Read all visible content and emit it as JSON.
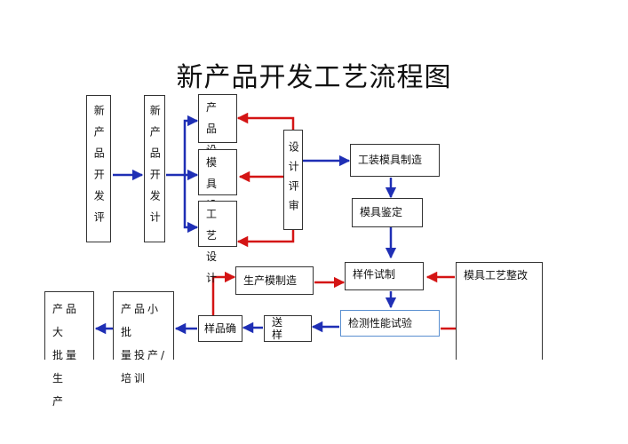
{
  "title": "新产品开发工艺流程图",
  "nodes": {
    "new_product_review": "新产品开发评",
    "new_product_design": "新产品开发计",
    "product_design": [
      "产 品",
      "设计"
    ],
    "mold_design": [
      "模 具",
      "设计"
    ],
    "process_design": [
      "工 艺",
      "设计"
    ],
    "design_review": "设计评审",
    "tooling_mold_making": "工装模具制造",
    "mold_inspection": "模具鉴定",
    "mold_process_improvement": "模具工艺整改",
    "sample_trial": "样件试制",
    "production_mold_making": "生产模制造",
    "performance_test": "检测性能试验",
    "sample_send": "送 样",
    "sample_confirm": "样品确",
    "small_batch": [
      "产品小批",
      "量投产/",
      "培训"
    ],
    "mass_production": [
      "产品大",
      "批量生",
      "产"
    ]
  },
  "colors": {
    "blue_arrow": "#1f2fb5",
    "red_arrow": "#d41414"
  }
}
